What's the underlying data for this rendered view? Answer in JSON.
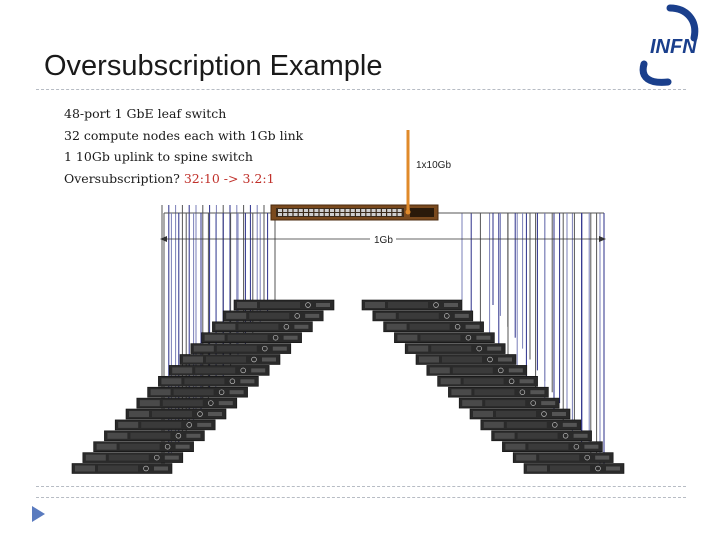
{
  "slide": {
    "title": "Oversubscription Example",
    "bullets": [
      {
        "text": "48-port 1 GbE leaf switch",
        "highlight": ""
      },
      {
        "text": "32 compute nodes each with 1Gb link",
        "highlight": ""
      },
      {
        "text": "1 10Gb uplink to spine switch",
        "highlight": ""
      },
      {
        "text": "Oversubscription? ",
        "highlight": "32:10 -> 3.2:1"
      }
    ]
  },
  "logo": {
    "text": "INFN",
    "color": "#1a3f8c"
  },
  "diagram": {
    "uplink_label": "1x10Gb",
    "link_label": "1Gb",
    "uplink_color": "#e08a2a",
    "link_colors": [
      "#555555",
      "#7a7fb8",
      "#2b2f8a"
    ],
    "switch_color": "#7a4a1e",
    "node_count": 32
  }
}
